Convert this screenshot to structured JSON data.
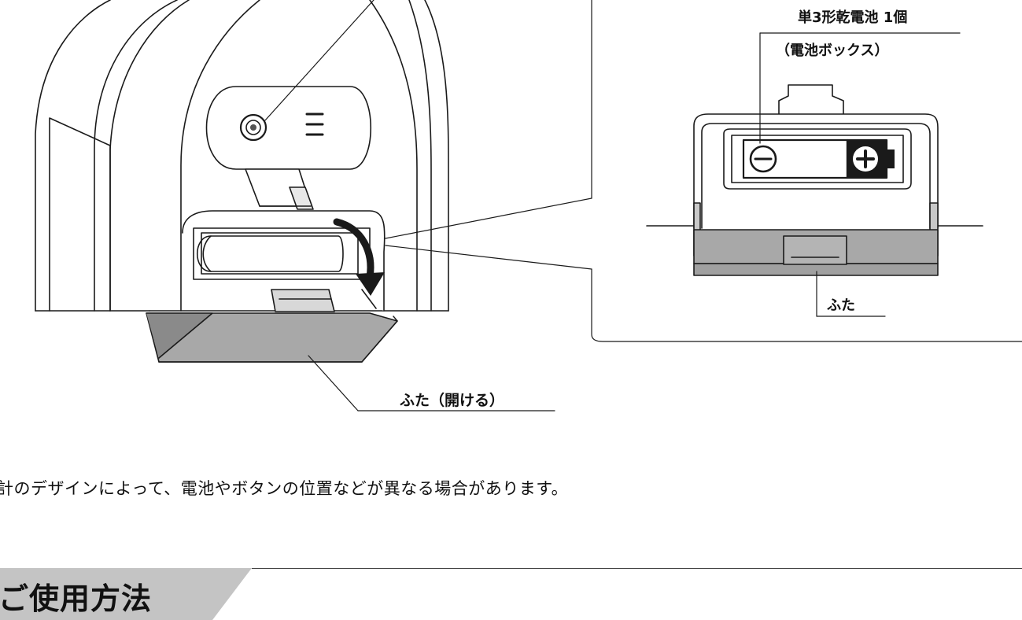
{
  "labels": {
    "battery": "単3形乾電池 1個",
    "battery_box": "（電池ボックス）",
    "lid_closed": "ふた",
    "lid_open": "ふた（開ける）"
  },
  "note": "計のデザインによって、電池やボタンの位置などが異なる場合があります。",
  "section": {
    "title": "ご使用方法"
  },
  "colors": {
    "line": "#1a1a1a",
    "lid_fill": "#a8a8a8",
    "lid_dark": "#8a8a8a",
    "section_tab": "#c4c4c4"
  },
  "icons": {
    "minus": "battery-minus-icon",
    "plus": "battery-plus-icon",
    "knob": "adjustment-knob-icon",
    "arrow": "open-arrow-icon"
  }
}
